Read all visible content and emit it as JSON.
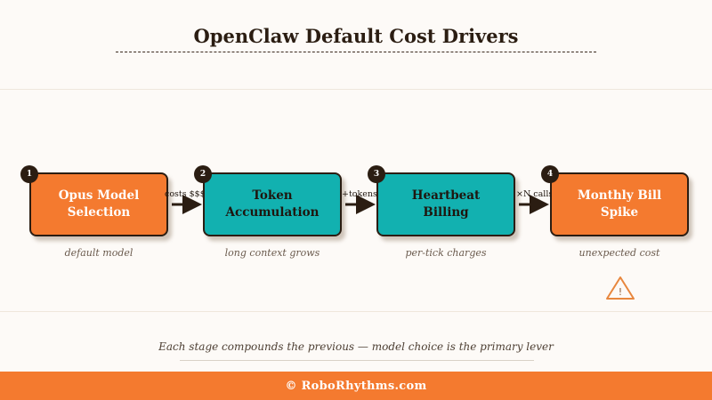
{
  "title": "OpenClaw Default Cost Drivers",
  "stages": [
    {
      "number": "1",
      "line1": "Opus Model",
      "line2": "Selection",
      "caption": "default model",
      "color": "#f47a2f"
    },
    {
      "number": "2",
      "line1": "Token",
      "line2": "Accumulation",
      "caption": "long context grows",
      "color": "#12b1b0"
    },
    {
      "number": "3",
      "line1": "Heartbeat",
      "line2": "Billing",
      "caption": "per-tick charges",
      "color": "#12b1b0"
    },
    {
      "number": "4",
      "line1": "Monthly Bill",
      "line2": "Spike",
      "caption": "unexpected cost",
      "color": "#f47a2f"
    }
  ],
  "connectors": [
    {
      "label": "costs $$$"
    },
    {
      "label": "+tokens"
    },
    {
      "label": "×N calls"
    }
  ],
  "warning_icon": "warning-triangle-icon",
  "footnote": "Each stage compounds the previous — model choice is the primary lever",
  "footer": "© RoboRhythms.com"
}
